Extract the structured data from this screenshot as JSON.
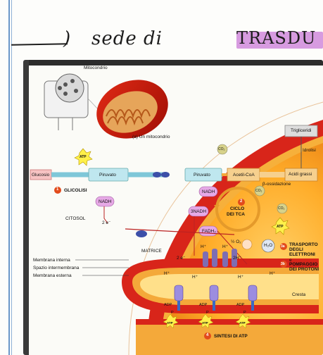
{
  "note": {
    "handwriting": "sede di",
    "highlighted": "TRASDU"
  },
  "figure": {
    "labels": {
      "mitocondrio_top": "Mitocondrio",
      "caption": "(a) Un mitocondrio",
      "trigliceridi": "Trigliceridi",
      "idrolisi": "Idrolisi",
      "acidi_grassi": "Acidi grassi",
      "beta_ossidazione": "β-ossidazione",
      "glucosio": "Glucosio",
      "piruvato1": "Piruvato",
      "piruvato2": "Piruvato",
      "acetil_coa": "Acetil-CoA",
      "atp": "ATP",
      "glicolisi_num": "1",
      "glicolisi": "GLICOLISI",
      "nadh1": "NADH",
      "nadh2": "NADH",
      "tre_nadh": "3NADH",
      "fadh2": "FADH₂",
      "ciclo_num": "2",
      "ciclo1": "CICLO",
      "ciclo2": "DEI TCA",
      "co2": "CO₂",
      "citosol": "CITOSOL",
      "e_minus": "2 e⁻",
      "matrice": "MATRICE",
      "o2": "½ O₂",
      "h2o": "H₂O",
      "two_h": "2H⁺",
      "h_plus": "H⁺",
      "membrana_interna": "Membrana interna",
      "spazio_inter": "Spazio intermembrana",
      "membrana_esterna": "Membrana esterna",
      "cresta": "Cresta",
      "trasporto_num": "3a",
      "trasporto1": "TRASPORTO",
      "trasporto2": "DEGLI",
      "trasporto3": "ELETTRONI",
      "e": "e",
      "pompaggio_num": "3b",
      "pompaggio1": "POMPAGGIO",
      "pompaggio2": "DEI PROTONI",
      "sintesi_num": "4",
      "sintesi": "SINTESI DI ATP",
      "adp": "ADP",
      "p": "P"
    }
  }
}
